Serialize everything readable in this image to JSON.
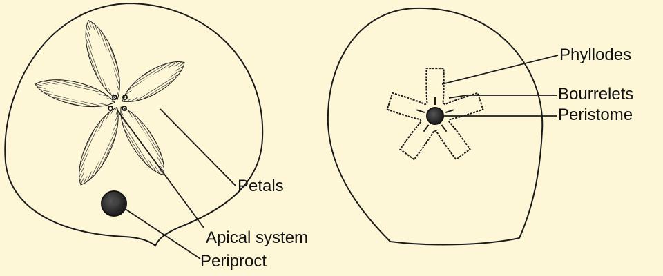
{
  "colors": {
    "background": "#fdf7d8",
    "ink": "#1a1a1a"
  },
  "aboral_view": {
    "labels": {
      "petals": "Petals",
      "apical_system": "Apical system",
      "periproct": "Periproct"
    }
  },
  "oral_view": {
    "labels": {
      "phyllodes": "Phyllodes",
      "bourrelets": "Bourrelets",
      "peristome": "Peristome"
    }
  }
}
